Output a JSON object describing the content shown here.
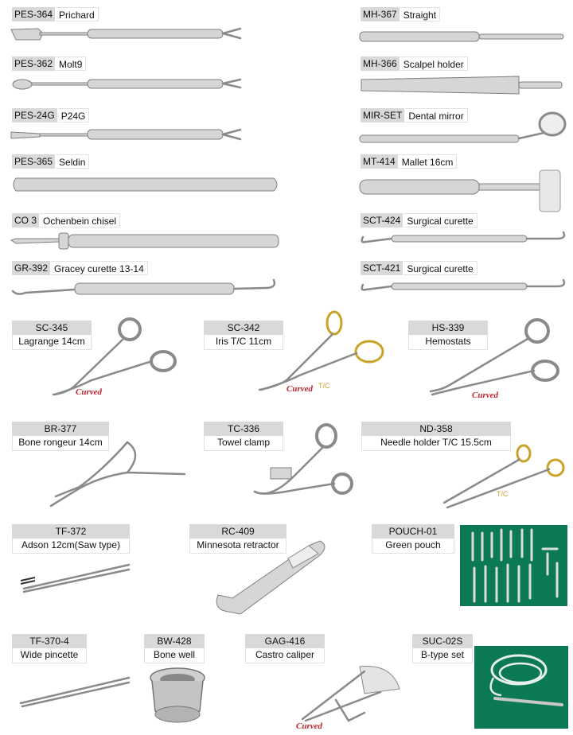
{
  "products_left": [
    {
      "code": "PES-364",
      "name": "Prichard"
    },
    {
      "code": "PES-362",
      "name": "Molt9"
    },
    {
      "code": "PES-24G",
      "name": "P24G"
    },
    {
      "code": "PES-365",
      "name": "Seldin"
    },
    {
      "code": "CO 3",
      "name": "Ochenbein chisel"
    },
    {
      "code": "GR-392",
      "name": "Gracey curette 13-14"
    }
  ],
  "products_right": [
    {
      "code": "MH-367",
      "name": "Straight"
    },
    {
      "code": "MH-366",
      "name": "Scalpel holder"
    },
    {
      "code": "MIR-SET",
      "name": "Dental mirror"
    },
    {
      "code": "MT-414",
      "name": "Mallet 16cm"
    },
    {
      "code": "SCT-424",
      "name": "Surgical curette"
    },
    {
      "code": "SCT-421",
      "name": "Surgical curette"
    }
  ],
  "products_grid": [
    {
      "code": "SC-345",
      "name": "Lagrange 14cm"
    },
    {
      "code": "SC-342",
      "name": "Iris T/C 11cm"
    },
    {
      "code": "HS-339",
      "name": "Hemostats"
    },
    {
      "code": "BR-377",
      "name": "Bone rongeur 14cm"
    },
    {
      "code": "TC-336",
      "name": "Towel clamp"
    },
    {
      "code": "ND-358",
      "name": "Needle holder T/C 15.5cm"
    },
    {
      "code": "TF-372",
      "name": "Adson 12cm(Saw type)"
    },
    {
      "code": "RC-409",
      "name": "Minnesota retractor"
    },
    {
      "code": "POUCH-01",
      "name": "Green pouch"
    },
    {
      "code": "TF-370-4",
      "name": "Wide pincette"
    },
    {
      "code": "BW-428",
      "name": "Bone well"
    },
    {
      "code": "GAG-416",
      "name": "Castro caliper"
    },
    {
      "code": "SUC-02S",
      "name": "B-type set"
    }
  ],
  "badges": {
    "curved": "Curved",
    "tc": "T/C"
  },
  "colors": {
    "label_bg": "#d9d9d9",
    "pouch_green": "#0b7a52",
    "badge_red": "#c0262d",
    "gold": "#c9a227"
  }
}
